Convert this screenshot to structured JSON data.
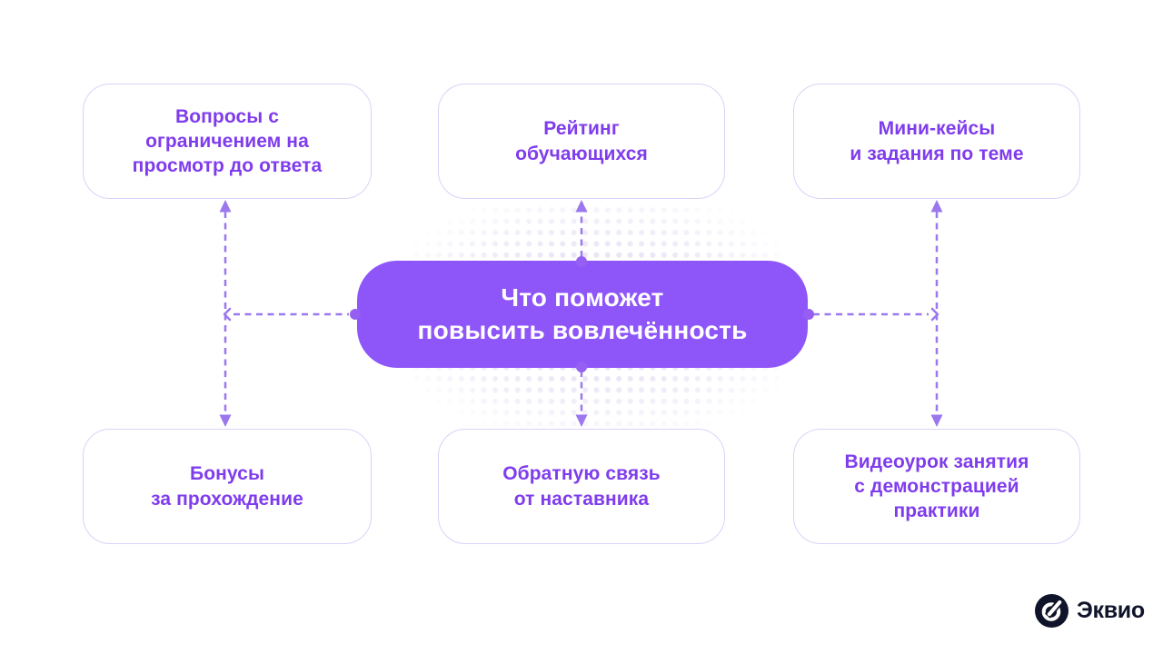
{
  "diagram": {
    "center_node": {
      "label": "Что поможет\nповысить вовлечённость"
    },
    "nodes": [
      {
        "id": "questions-restricted-view",
        "position": "top-left",
        "label": "Вопросы с\nограничением на\nпросмотр до ответа"
      },
      {
        "id": "learner-rating",
        "position": "top-center",
        "label": "Рейтинг\nобучающихся"
      },
      {
        "id": "mini-cases",
        "position": "top-right",
        "label": "Мини-кейсы\nи задания по теме"
      },
      {
        "id": "completion-bonuses",
        "position": "bottom-left",
        "label": "Бонусы\nза прохождение"
      },
      {
        "id": "mentor-feedback",
        "position": "bottom-center",
        "label": "Обратную связь\nот наставника"
      },
      {
        "id": "video-lesson-practice",
        "position": "bottom-right",
        "label": "Видеоурок занятия\nс демонстрацией\nпрактики"
      }
    ],
    "connector_style": "dashed-with-arrows-and-dots"
  },
  "logo": {
    "brand": "Эквио",
    "icon": "equio-mark-icon"
  },
  "colors": {
    "background": "#ffffff",
    "center_node_fill": "#8e55f9",
    "node_text": "#7f3ced",
    "node_border": "#dcd2f9",
    "connector": "#9b78ee",
    "halo_dots": "#e9e3f4",
    "logo_navy": "#10142a",
    "center_text": "#ffffff"
  }
}
